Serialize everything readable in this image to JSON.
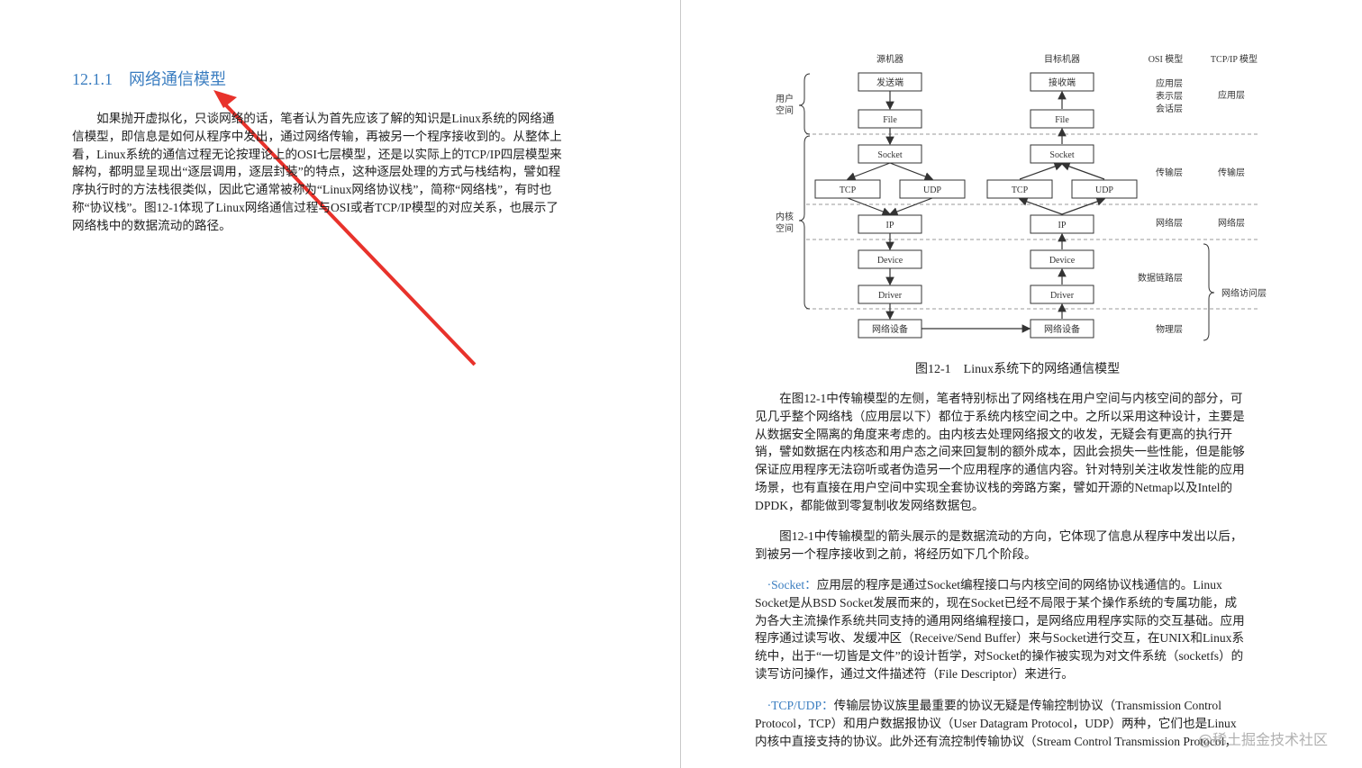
{
  "left_page": {
    "section_number": "12.1.1",
    "section_title": "网络通信模型",
    "paragraph_lines": [
      "　　如果抛开虚拟化，只谈网络的话，笔者认为首先应该了解的知识是Linux系统的网络通",
      "信模型，即信息是如何从程序中发出，通过网络传输，再被另一个程序接收到的。从整体上",
      "看，Linux系统的通信过程无论按理论上的OSI七层模型，还是以实际上的TCP/IP四层模型来",
      "解构，都明显呈现出“逐层调用，逐层封装”的特点，这种逐层处理的方式与栈结构，譬如程",
      "序执行时的方法栈很类似，因此它通常被称为“Linux网络协议栈”，简称“网络栈”，有时也",
      "称“协议栈”。图12-1体现了Linux网络通信过程与OSI或者TCP/IP模型的对应关系，也展示了",
      "网络栈中的数据流动的路径。"
    ]
  },
  "annotation": {
    "arrow_color": "#e8322b"
  },
  "figure": {
    "col_headers": [
      "源机器",
      "目标机器",
      "OSI 模型",
      "TCP/IP 模型"
    ],
    "source": [
      "发送端",
      "File",
      "Socket",
      "TCP",
      "UDP",
      "IP",
      "Device",
      "Driver",
      "网络设备"
    ],
    "target": [
      "接收端",
      "File",
      "Socket",
      "TCP",
      "UDP",
      "IP",
      "Device",
      "Driver",
      "网络设备"
    ],
    "space_labels": {
      "user": [
        "用户",
        "空间"
      ],
      "kernel": [
        "内核",
        "空间"
      ]
    },
    "osi_layers": [
      [
        "应用层",
        "表示层",
        "会话层"
      ],
      "传输层",
      "网络层",
      "数据链路层",
      "物理层"
    ],
    "tcpip_layers": [
      "应用层",
      "传输层",
      "网络层",
      "网络访问层"
    ],
    "caption": "图12-1　Linux系统下的网络通信模型"
  },
  "right_page": {
    "para1_lines": [
      "　　在图12-1中传输模型的左侧，笔者特别标出了网络栈在用户空间与内核空间的部分，可",
      "见几乎整个网络栈（应用层以下）都位于系统内核空间之中。之所以采用这种设计，主要是",
      "从数据安全隔离的角度来考虑的。由内核去处理网络报文的收发，无疑会有更高的执行开",
      "销，譬如数据在内核态和用户态之间来回复制的额外成本，因此会损失一些性能，但是能够",
      "保证应用程序无法窃听或者伪造另一个应用程序的通信内容。针对特别关注收发性能的应用",
      "场景，也有直接在用户空间中实现全套协议栈的旁路方案，譬如开源的Netmap以及Intel的",
      "DPDK，都能做到零复制收发网络数据包。"
    ],
    "para2_lines": [
      "　　图12-1中传输模型的箭头展示的是数据流动的方向，它体现了信息从程序中发出以后，",
      "到被另一个程序接收到之前，将经历如下几个阶段。"
    ],
    "socket_term": "·Socket：",
    "socket_lines": [
      "应用层的程序是通过Socket编程接口与内核空间的网络协议栈通信的。Linux",
      "Socket是从BSD Socket发展而来的，现在Socket已经不局限于某个操作系统的专属功能，成",
      "为各大主流操作系统共同支持的通用网络编程接口，是网络应用程序实际的交互基础。应用",
      "程序通过读写收、发缓冲区（Receive/Send Buffer）来与Socket进行交互，在UNIX和Linux系",
      "统中，出于“一切皆是文件”的设计哲学，对Socket的操作被实现为对文件系统（socketfs）的",
      "读写访问操作，通过文件描述符（File Descriptor）来进行。"
    ],
    "tcpudp_term": "·TCP/UDP：",
    "tcpudp_lines": [
      "传输层协议族里最重要的协议无疑是传输控制协议（Transmission Control",
      "Protocol，TCP）和用户数据报协议（User Datagram Protocol，UDP）两种，它们也是Linux",
      "内核中直接支持的协议。此外还有流控制传输协议（Stream Control Transmission Protocol，"
    ]
  },
  "watermark": "@稀土掘金技术社区"
}
